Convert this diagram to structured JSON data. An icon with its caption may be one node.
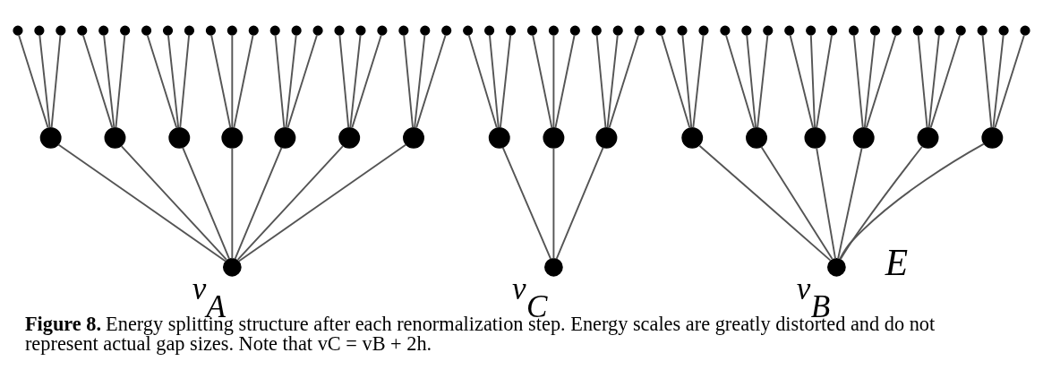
{
  "diagram": {
    "caption": "**Figure 8.** Energy splitting structure after each renormalization step. Energy scales are greatly distorted and do not represent actual gap sizes. Note that vC = vB + 2h.",
    "nodes": [
      {
        "text": [
          "v$_{A}$"
        ]
      },
      {
        "text": [],
        "shape": "circle"
      },
      {
        "text": [],
        "shape": "circle"
      },
      {
        "text": [],
        "shape": "circle"
      },
      {
        "text": [],
        "shape": "circle"
      },
      {
        "text": [],
        "shape": "circle"
      },
      {
        "text": [],
        "shape": "circle"
      },
      {
        "text": [],
        "shape": "circle"
      },
      {
        "text": [],
        "shape": "circle"
      },
      {
        "text": [],
        "shape": "circle"
      },
      {
        "text": [],
        "shape": "circle"
      },
      {
        "text": [],
        "shape": "circle"
      },
      {
        "text": [],
        "shape": "circle"
      },
      {
        "text": [],
        "shape": "circle"
      },
      {
        "text": [],
        "shape": "circle"
      },
      {
        "text": [],
        "shape": "circle"
      },
      {
        "text": [],
        "shape": "circle"
      },
      {
        "text": [],
        "shape": "circle"
      },
      {
        "text": [],
        "shape": "circle"
      },
      {
        "text": [],
        "shape": "circle"
      },
      {
        "text": [],
        "shape": "circle"
      },
      {
        "text": [],
        "shape": "circle"
      },
      {
        "text": [],
        "shape": "circle"
      },
      {
        "text": [],
        "shape": "circle"
      },
      {
        "text": [],
        "shape": "circle"
      },
      {
        "text": [],
        "shape": "circle"
      },
      {
        "text": [],
        "shape": "circle"
      },
      {
        "text": [],
        "shape": "circle"
      },
      {
        "text": [],
        "shape": "circle"
      },
      {
        "text": [
          "v$_{C}$"
        ]
      },
      {
        "text": [],
        "shape": "circle"
      },
      {
        "text": [],
        "shape": "circle"
      },
      {
        "text": [],
        "shape": "circle"
      },
      {
        "text": [],
        "shape": "circle"
      },
      {
        "text": [],
        "shape": "circle"
      },
      {
        "text": [],
        "shape": "circle"
      },
      {
        "text": [],
        "shape": "circle"
      },
      {
        "text": [],
        "shape": "circle"
      },
      {
        "text": [],
        "shape": "circle"
      },
      {
        "text": [],
        "shape": "circle"
      },
      {
        "text": [],
        "shape": "circle"
      },
      {
        "text": [],
        "shape": "circle"
      },
      {
        "text": [
          "v$_{B}$"
        ]
      },
      {
        "text": [],
        "shape": "circle"
      },
      {
        "text": [],
        "shape": "circle"
      },
      {
        "text": [],
        "shape": "circle"
      },
      {
        "text": [],
        "shape": "circle"
      },
      {
        "text": [],
        "shape": "circle"
      },
      {
        "text": [],
        "shape": "circle"
      },
      {
        "text": [],
        "shape": "circle"
      },
      {
        "text": [],
        "shape": "circle"
      },
      {
        "text": [],
        "shape": "circle"
      },
      {
        "text": [],
        "shape": "circle"
      },
      {
        "text": [],
        "shape": "circle"
      },
      {
        "text": [],
        "shape": "circle"
      },
      {
        "text": [],
        "shape": "circle"
      },
      {
        "text": [],
        "shape": "circle"
      },
      {
        "text": [],
        "shape": "circle"
      },
      {
        "text": [],
        "shape": "circle"
      },
      {
        "text": [],
        "shape": "circle"
      },
      {
        "text": [],
        "shape": "circle"
      },
      {
        "text": [],
        "shape": "circle"
      },
      {
        "text": [],
        "shape": "circle"
      },
      {
        "text": [],
        "shape": "circle"
      },
      {
        "text": [],
        "shape": "circle"
      },
      {
        "text": [],
        "shape": "circle"
      },
      {
        "text": [],
        "shape": "circle"
      }
    ],
    "edges": [
      {
        "from": 0,
        "to": 1,
        "arrow": "none"
      },
      {
        "from": 0,
        "to": 2,
        "arrow": "none"
      },
      {
        "from": 0,
        "to": 3,
        "arrow": "none"
      },
      {
        "from": 0,
        "to": 4,
        "arrow": "none"
      },
      {
        "from": 0,
        "to": 5,
        "arrow": "none"
      },
      {
        "from": 0,
        "to": 6,
        "arrow": "none"
      },
      {
        "from": 0,
        "to": 7,
        "arrow": "none"
      },
      {
        "from": 1,
        "to": 8,
        "arrow": "none"
      },
      {
        "from": 1,
        "to": 9,
        "arrow": "none"
      },
      {
        "from": 1,
        "to": 10,
        "arrow": "none"
      },
      {
        "from": 2,
        "to": 11,
        "arrow": "none"
      },
      {
        "from": 2,
        "to": 12,
        "arrow": "none"
      },
      {
        "from": 2,
        "to": 13,
        "arrow": "none"
      },
      {
        "from": 3,
        "to": 14,
        "arrow": "none"
      },
      {
        "from": 3,
        "to": 15,
        "arrow": "none"
      },
      {
        "from": 3,
        "to": 16,
        "arrow": "none"
      },
      {
        "from": 4,
        "to": 17,
        "arrow": "none"
      },
      {
        "from": 4,
        "to": 18,
        "arrow": "none"
      },
      {
        "from": 4,
        "to": 19,
        "arrow": "none"
      },
      {
        "from": 5,
        "to": 20,
        "arrow": "none"
      },
      {
        "from": 5,
        "to": 21,
        "arrow": "none"
      },
      {
        "from": 5,
        "to": 22,
        "arrow": "none"
      },
      {
        "from": 6,
        "to": 23,
        "arrow": "none"
      },
      {
        "from": 6,
        "to": 24,
        "arrow": "none"
      },
      {
        "from": 6,
        "to": 25,
        "arrow": "none"
      },
      {
        "from": 7,
        "to": 26,
        "arrow": "none"
      },
      {
        "from": 7,
        "to": 27,
        "arrow": "none"
      },
      {
        "from": 7,
        "to": 28,
        "arrow": "none"
      },
      {
        "from": 29,
        "to": 30,
        "arrow": "none"
      },
      {
        "from": 29,
        "to": 31,
        "arrow": "none"
      },
      {
        "from": 29,
        "to": 32,
        "arrow": "none"
      },
      {
        "from": 30,
        "to": 33,
        "arrow": "none"
      },
      {
        "from": 30,
        "to": 34,
        "arrow": "none"
      },
      {
        "from": 30,
        "to": 35,
        "arrow": "none"
      },
      {
        "from": 31,
        "to": 36,
        "arrow": "none"
      },
      {
        "from": 31,
        "to": 37,
        "arrow": "none"
      },
      {
        "from": 31,
        "to": 38,
        "arrow": "none"
      },
      {
        "from": 32,
        "to": 39,
        "arrow": "none"
      },
      {
        "from": 32,
        "to": 40,
        "arrow": "none"
      },
      {
        "from": 32,
        "to": 41,
        "arrow": "none"
      },
      {
        "from": 42,
        "to": 43,
        "arrow": "none"
      },
      {
        "from": 42,
        "to": 44,
        "arrow": "none"
      },
      {
        "from": 42,
        "to": 45,
        "arrow": "none"
      },
      {
        "from": 42,
        "to": 46,
        "arrow": "none"
      },
      {
        "from": 42,
        "to": 47,
        "arrow": "none"
      },
      {
        "from": 42,
        "to": 48,
        "arrow": "none"
      },
      {
        "from": 43,
        "to": 49,
        "arrow": "none"
      },
      {
        "from": 43,
        "to": 50,
        "arrow": "none"
      },
      {
        "from": 43,
        "to": 51,
        "arrow": "none"
      },
      {
        "from": 44,
        "to": 52,
        "arrow": "none"
      },
      {
        "from": 44,
        "to": 53,
        "arrow": "none"
      },
      {
        "from": 44,
        "to": 54,
        "arrow": "none"
      },
      {
        "from": 45,
        "to": 55,
        "arrow": "none"
      },
      {
        "from": 45,
        "to": 56,
        "arrow": "none"
      },
      {
        "from": 45,
        "to": 57,
        "arrow": "none"
      },
      {
        "from": 46,
        "to": 58,
        "arrow": "none"
      },
      {
        "from": 46,
        "to": 59,
        "arrow": "none"
      },
      {
        "from": 46,
        "to": 60,
        "arrow": "none"
      },
      {
        "from": 47,
        "to": 61,
        "arrow": "none"
      },
      {
        "from": 47,
        "to": 62,
        "arrow": "none"
      },
      {
        "from": 47,
        "to": 63,
        "arrow": "none"
      },
      {
        "from": 48,
        "to": 64,
        "arrow": "none"
      },
      {
        "from": 48,
        "to": 65,
        "arrow": "none"
      },
      {
        "from": 48,
        "to": 66,
        "arrow": "none"
      }
    ],
    "labels": [
      "E"
    ]
  }
}
